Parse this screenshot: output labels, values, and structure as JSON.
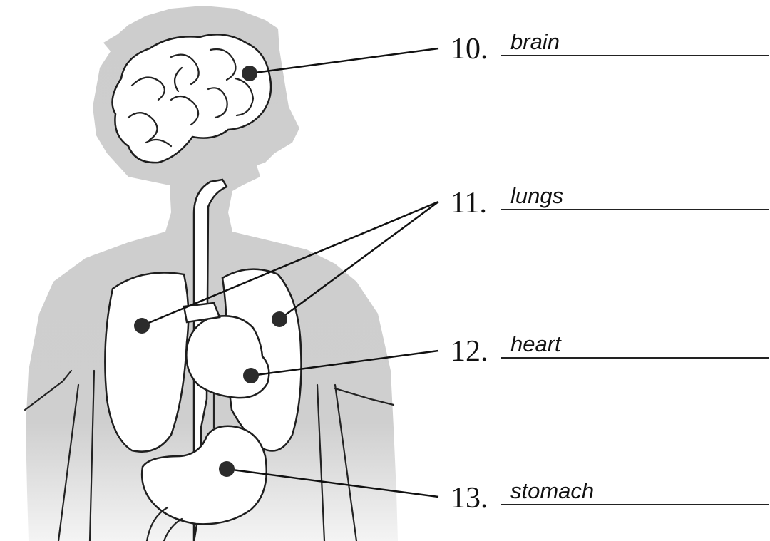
{
  "labels": [
    {
      "number": "10.",
      "answer": "brain"
    },
    {
      "number": "11.",
      "answer": "lungs"
    },
    {
      "number": "12.",
      "answer": "heart"
    },
    {
      "number": "13.",
      "answer": "stomach"
    }
  ],
  "colors": {
    "body_fill": "#cfcfcf",
    "organ_fill": "#ffffff",
    "outline": "#1e1e1e",
    "marker": "#2b2b2b"
  }
}
